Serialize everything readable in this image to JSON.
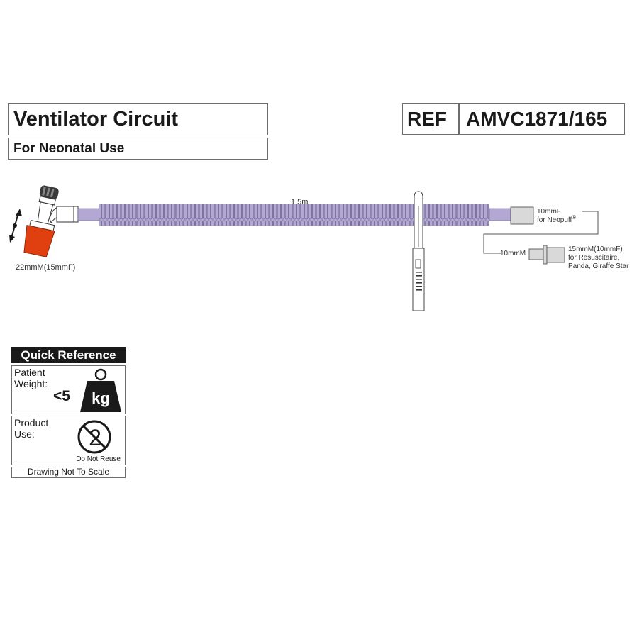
{
  "header": {
    "title": "Ventilator Circuit",
    "subtitle": "For Neonatal Use",
    "ref_label": "REF",
    "ref_value": "AMVC1871/165"
  },
  "diagram": {
    "tube_length": "1.5m",
    "left_connector": "22mmM(15mmF)",
    "right_connector_line1": "10mmF",
    "right_connector_line2": "for Neopuff",
    "registered_mark": "®",
    "adapter_left": "10mmM",
    "adapter_right_line1": "15mmM(10mmF)",
    "adapter_right_line2": "for Resuscitaire,",
    "adapter_right_line3": "Panda, Giraffe Star",
    "colors": {
      "tube": "#b3a7d3",
      "tube_stroke": "#6f6890",
      "red_cap": "#e04010",
      "connector_gray": "#d9d9d9"
    }
  },
  "quick_reference": {
    "header": "Quick Reference",
    "weight_label_line1": "Patient",
    "weight_label_line2": "Weight:",
    "weight_value": "<5",
    "weight_unit": "kg",
    "use_label_line1": "Product",
    "use_label_line2": "Use:",
    "use_value": "Do Not Reuse",
    "footer": "Drawing Not To Scale"
  }
}
